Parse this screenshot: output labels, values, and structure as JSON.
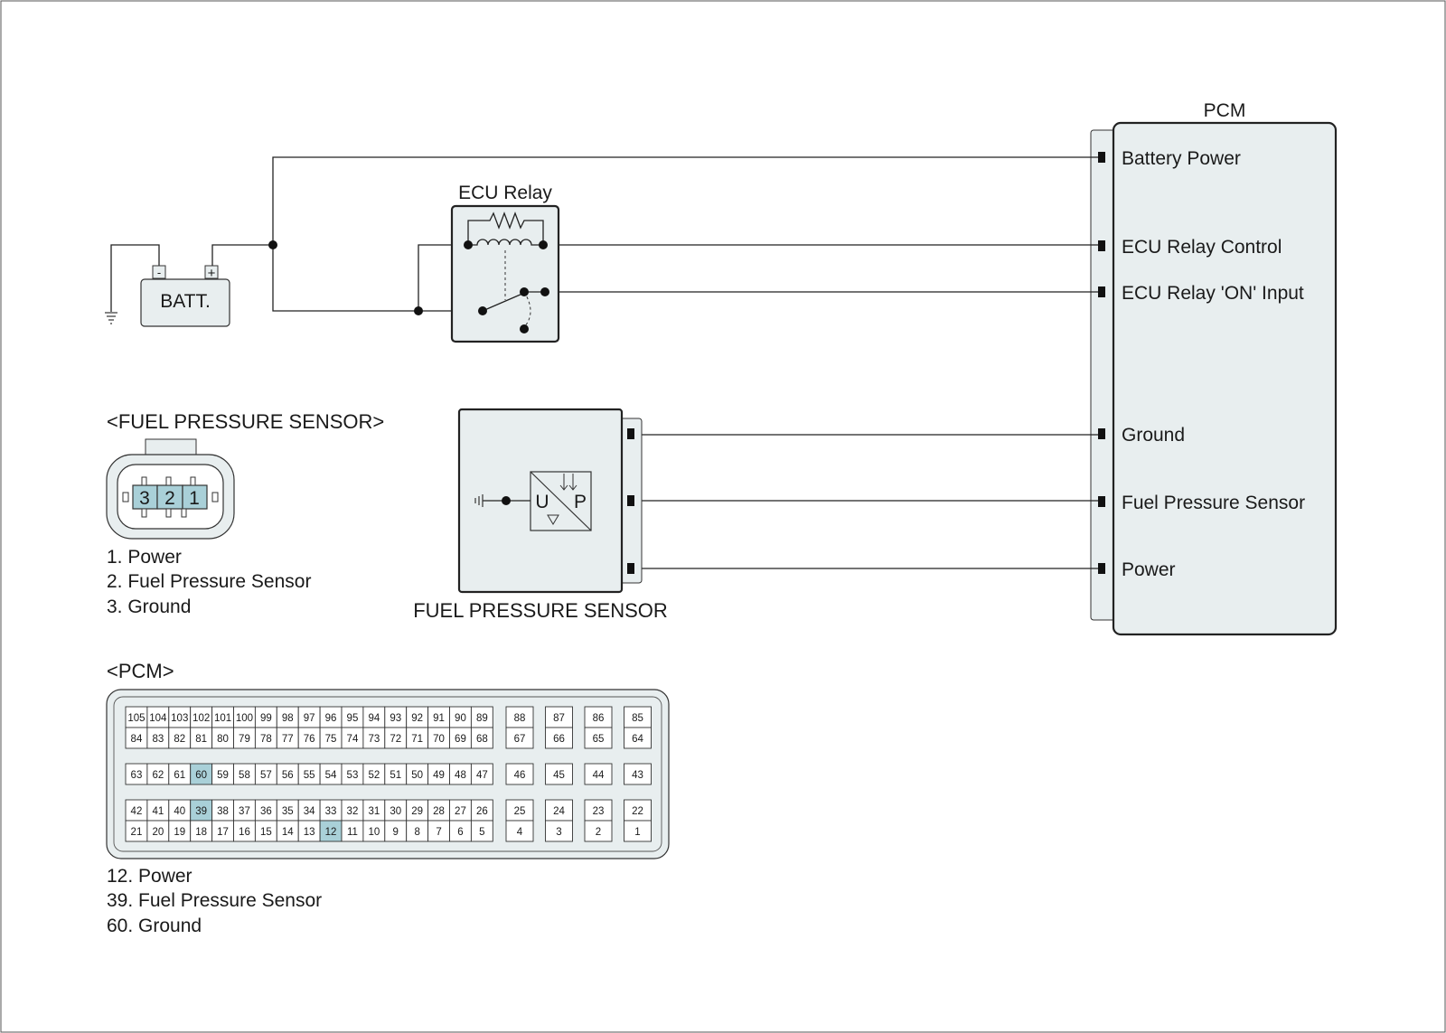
{
  "colors": {
    "fill": "#e8eeef",
    "highlight": "#a9d0d8",
    "line": "#222222"
  },
  "pcm_box": {
    "title": "PCM",
    "terminals": [
      "Battery Power",
      "ECU Relay Control",
      "ECU Relay 'ON' Input",
      "Ground",
      "Fuel Pressure Sensor",
      "Power"
    ]
  },
  "battery": {
    "label": "BATT.",
    "minus": "-",
    "plus": "+"
  },
  "ecu_relay": {
    "title": "ECU Relay"
  },
  "sensor": {
    "title": "FUEL PRESSURE SENSOR",
    "u": "U",
    "p": "P"
  },
  "sensor_connector": {
    "title": "<FUEL PRESSURE SENSOR>",
    "pins": [
      "3",
      "2",
      "1"
    ],
    "legend": [
      "1. Power",
      "2. Fuel Pressure Sensor",
      "3. Ground"
    ]
  },
  "pcm_connector": {
    "title": "<PCM>",
    "row1": [
      "105",
      "104",
      "103",
      "102",
      "101",
      "100",
      "99",
      "98",
      "97",
      "96",
      "95",
      "94",
      "93",
      "92",
      "91",
      "90",
      "89"
    ],
    "row1_right": [
      "88",
      "87",
      "86",
      "85"
    ],
    "row2": [
      "84",
      "83",
      "82",
      "81",
      "80",
      "79",
      "78",
      "77",
      "76",
      "75",
      "74",
      "73",
      "72",
      "71",
      "70",
      "69",
      "68"
    ],
    "row2_right": [
      "67",
      "66",
      "65",
      "64"
    ],
    "row3": [
      "63",
      "62",
      "61",
      "60",
      "59",
      "58",
      "57",
      "56",
      "55",
      "54",
      "53",
      "52",
      "51",
      "50",
      "49",
      "48",
      "47"
    ],
    "row3_right": [
      "46",
      "45",
      "44",
      "43"
    ],
    "row4": [
      "42",
      "41",
      "40",
      "39",
      "38",
      "37",
      "36",
      "35",
      "34",
      "33",
      "32",
      "31",
      "30",
      "29",
      "28",
      "27",
      "26"
    ],
    "row4_right": [
      "25",
      "24",
      "23",
      "22"
    ],
    "row5": [
      "21",
      "20",
      "19",
      "18",
      "17",
      "16",
      "15",
      "14",
      "13",
      "12",
      "11",
      "10",
      "9",
      "8",
      "7",
      "6",
      "5"
    ],
    "row5_right": [
      "4",
      "3",
      "2",
      "1"
    ],
    "highlighted": [
      "60",
      "39",
      "12"
    ],
    "legend": [
      "12. Power",
      "39. Fuel Pressure Sensor",
      "60. Ground"
    ]
  }
}
